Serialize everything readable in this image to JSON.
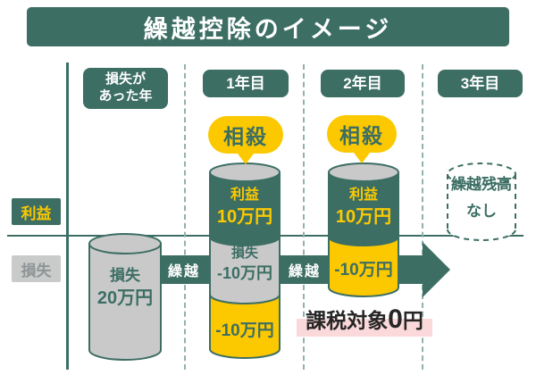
{
  "title": "繰越控除のイメージ",
  "colors": {
    "teal": "#3c6e64",
    "yellow": "#fcc800",
    "gray": "#c9c9c9",
    "pink_highlight": "#fbd9da",
    "dashed_line": "#8fb3ac"
  },
  "columns": [
    {
      "lines": [
        "損失が",
        "あった年"
      ]
    },
    {
      "lines": [
        "1年目"
      ]
    },
    {
      "lines": [
        "2年目"
      ]
    },
    {
      "lines": [
        "3年目"
      ]
    }
  ],
  "axis": {
    "profit": "利益",
    "loss": "損失"
  },
  "arrow": {
    "label_1": "繰越",
    "label_2": "繰越"
  },
  "bubbles": {
    "year1": "相殺",
    "year2": "相殺"
  },
  "cylinders": {
    "loss_year": {
      "label": "損失",
      "value": "20万円"
    },
    "year1": {
      "profit_label": "利益",
      "profit_value": "10万円",
      "loss_label": "損失",
      "loss_value": "-10万円",
      "offset_value": "-10万円"
    },
    "year2": {
      "profit_label": "利益",
      "profit_value": "10万円",
      "offset_value": "-10万円"
    },
    "year3": {
      "line1": "繰越残高",
      "line2": "なし"
    }
  },
  "tax_note": {
    "prefix": "課税対象",
    "amount": "0",
    "suffix": "円"
  }
}
